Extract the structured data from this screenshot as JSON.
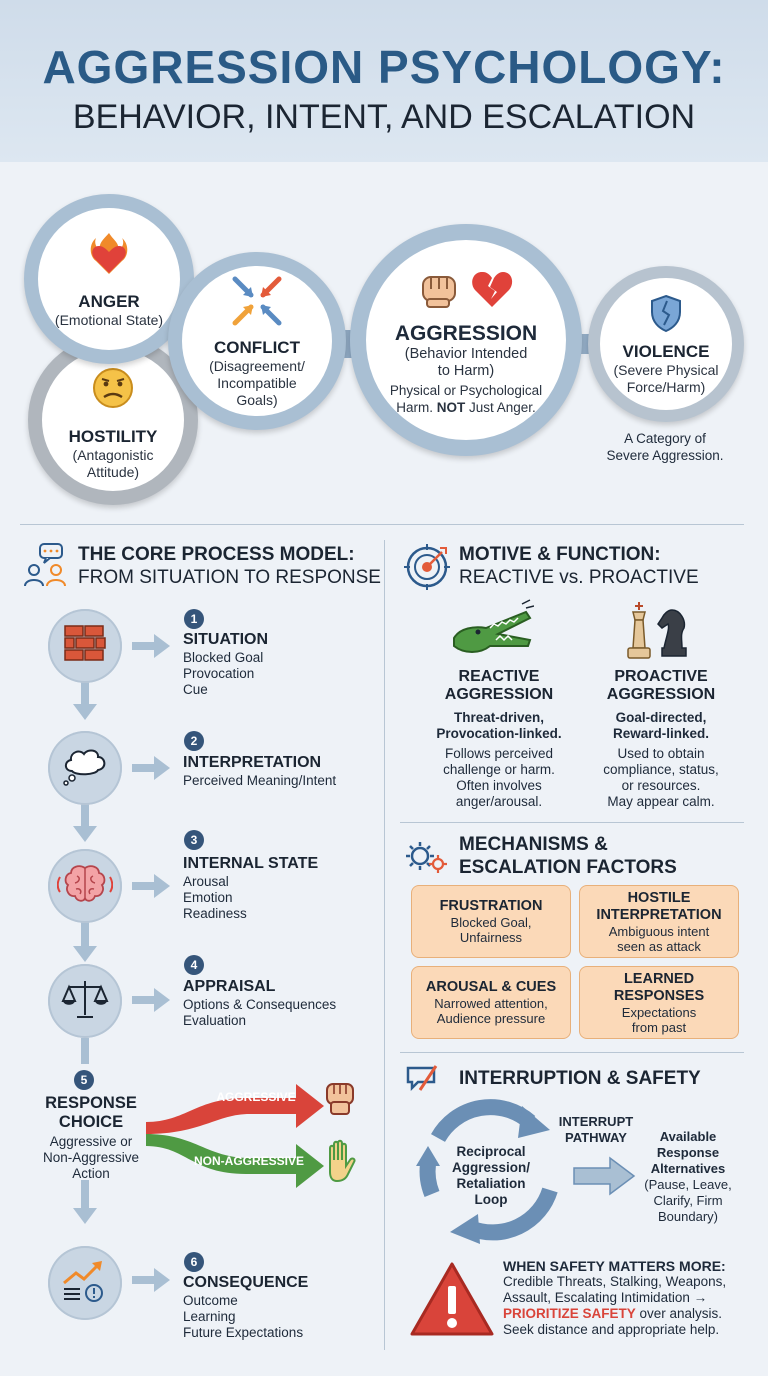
{
  "header": {
    "title_line1": "AGGRESSION PSYCHOLOGY:",
    "title_line2": "BEHAVIOR, INTENT, AND ESCALATION"
  },
  "concepts": {
    "anger": {
      "name": "ANGER",
      "sub": "(Emotional State)"
    },
    "hostility": {
      "name": "HOSTILITY",
      "sub1": "(Antagonistic",
      "sub2": "Attitude)"
    },
    "conflict": {
      "name": "CONFLICT",
      "sub1": "(Disagreement/",
      "sub2": "Incompatible",
      "sub3": "Goals)"
    },
    "aggression": {
      "name": "AGGRESSION",
      "sub1": "(Behavior Intended",
      "sub2": "to Harm)",
      "note1": "Physical or Psychological",
      "note2_pre": "Harm. ",
      "note2_bold": "NOT",
      "note2_post": " Just Anger."
    },
    "violence": {
      "name": "VIOLENCE",
      "sub1": "(Severe Physical",
      "sub2": "Force/Harm)",
      "note1": "A Category of",
      "note2": "Severe Aggression."
    }
  },
  "process": {
    "title": "THE CORE PROCESS MODEL:",
    "subtitle": "FROM SITUATION TO RESPONSE",
    "steps": [
      {
        "num": "1",
        "title": "SITUATION",
        "lines": [
          "Blocked Goal",
          "Provocation",
          "Cue"
        ]
      },
      {
        "num": "2",
        "title": "INTERPRETATION",
        "lines": [
          "Perceived Meaning/Intent"
        ]
      },
      {
        "num": "3",
        "title": "INTERNAL STATE",
        "lines": [
          "Arousal",
          "Emotion",
          "Readiness"
        ]
      },
      {
        "num": "4",
        "title": "APPRAISAL",
        "lines": [
          "Options & Consequences",
          "Evaluation"
        ]
      },
      {
        "num": "5",
        "title1": "RESPONSE",
        "title2": "CHOICE",
        "lines": [
          "Aggressive or",
          "Non-Aggressive",
          "Action"
        ]
      },
      {
        "num": "6",
        "title": "CONSEQUENCE",
        "lines": [
          "Outcome",
          "Learning",
          "Future Expectations"
        ]
      }
    ],
    "branch_aggressive": "AGGRESSIVE",
    "branch_non_aggressive": "NON-AGGRESSIVE"
  },
  "motive": {
    "title": "MOTIVE & FUNCTION:",
    "subtitle": "REACTIVE vs. PROACTIVE",
    "reactive": {
      "title1": "REACTIVE",
      "title2": "AGGRESSION",
      "bold1": "Threat-driven,",
      "bold2": "Provocation-linked.",
      "lines": [
        "Follows perceived",
        "challenge or harm.",
        "Often involves",
        "anger/arousal."
      ]
    },
    "proactive": {
      "title1": "PROACTIVE",
      "title2": "AGGRESSION",
      "bold1": "Goal-directed,",
      "bold2": "Reward-linked.",
      "lines": [
        "Used to obtain",
        "compliance, status,",
        "or resources.",
        "May appear calm."
      ]
    }
  },
  "mechanisms": {
    "title1": "MECHANISMS &",
    "title2": "ESCALATION FACTORS",
    "factors": [
      {
        "title": "FRUSTRATION",
        "lines": [
          "Blocked Goal,",
          "Unfairness"
        ]
      },
      {
        "title": "HOSTILE INTERPRETATION",
        "title_a": "HOSTILE",
        "title_b": "INTERPRETATION",
        "lines": [
          "Ambiguous intent",
          "seen as attack"
        ]
      },
      {
        "title": "AROUSAL & CUES",
        "lines": [
          "Narrowed attention,",
          "Audience pressure"
        ]
      },
      {
        "title_a": "LEARNED",
        "title_b": "RESPONSES",
        "lines": [
          "Expectations",
          "from past"
        ]
      }
    ]
  },
  "safety": {
    "title": "INTERRUPTION & SAFETY",
    "loop": [
      "Reciprocal",
      "Aggression/",
      "Retaliation",
      "Loop"
    ],
    "interrupt1": "INTERRUPT",
    "interrupt2": "PATHWAY",
    "alt_bold": [
      "Available",
      "Response",
      "Alternatives"
    ],
    "alt_lines": [
      "(Pause, Leave,",
      "Clarify, Firm",
      "Boundary)"
    ],
    "warn_title": "WHEN SAFETY MATTERS MORE:",
    "warn1": "Credible Threats, Stalking, Weapons,",
    "warn2": "Assault, Escalating Intimidation →",
    "warn3_red": "PRIORITIZE SAFETY",
    "warn3_post": " over analysis.",
    "warn4": "Seek distance and appropriate help."
  },
  "colors": {
    "accent": "#2a5a86",
    "ring": "#a9bfd3",
    "orange": "#fbd9b8",
    "red": "#d9443a",
    "green": "#4f9a43"
  }
}
